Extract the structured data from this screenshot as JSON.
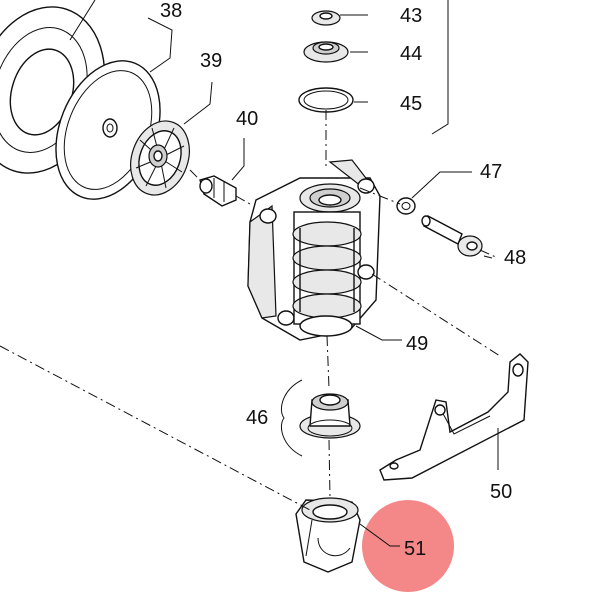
{
  "diagram": {
    "labels": {
      "p38": "38",
      "p39": "39",
      "p40": "40",
      "p43": "43",
      "p44": "44",
      "p45": "45",
      "p46": "46",
      "p47": "47",
      "p48": "48",
      "p49": "49",
      "p50": "50",
      "p51": "51"
    },
    "highlight": {
      "part": "51",
      "color": "#f26d6d"
    }
  }
}
